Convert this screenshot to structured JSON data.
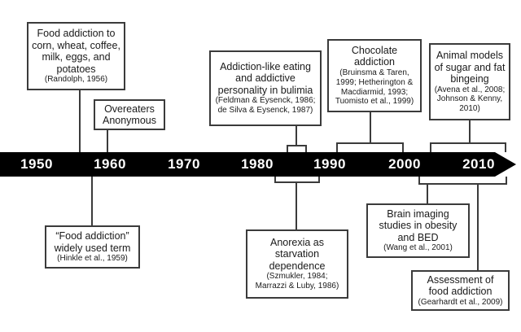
{
  "timeline": {
    "decades": [
      "1950",
      "1960",
      "1970",
      "1980",
      "1990",
      "2000",
      "2010"
    ],
    "bar_color": "#000000",
    "label_color": "#ffffff"
  },
  "events": {
    "randolph": {
      "text": "Food addiction to corn, wheat, coffee, milk, eggs, and potatoes",
      "citation": "(Randolph, 1956)"
    },
    "overeaters": {
      "text": "Overeaters Anonymous",
      "citation": ""
    },
    "bulimia": {
      "text": "Addiction-like eating and addictive personality in bulimia",
      "citation": "(Feldman & Eysenck, 1986; de Silva & Eysenck, 1987)"
    },
    "chocolate": {
      "text": "Chocolate addiction",
      "citation": "(Bruinsma & Taren, 1999; Hetherington & Macdiarmid, 1993; Tuomisto et al., 1999)"
    },
    "animal_models": {
      "text": "Animal models of sugar and fat bingeing",
      "citation": "(Avena et al., 2008; Johnson & Kenny, 2010)"
    },
    "hinkle": {
      "text": "“Food addiction” widely used term",
      "citation": "(Hinkle et al., 1959)"
    },
    "anorexia": {
      "text": "Anorexia as starvation dependence",
      "citation": "(Szmukler, 1984; Marrazzi & Luby, 1986)"
    },
    "brain_imaging": {
      "text": "Brain imaging studies in obesity and BED",
      "citation": "(Wang et al., 2001)"
    },
    "assessment": {
      "text": "Assessment of food addiction",
      "citation": "(Gearhardt et al., 2009)"
    }
  },
  "colors": {
    "background": "#ffffff",
    "box_border": "#3b3b3b",
    "connector": "#3b3b3b",
    "timeline_bar": "#000000",
    "timeline_text": "#ffffff",
    "box_text": "#1a1a1a"
  }
}
